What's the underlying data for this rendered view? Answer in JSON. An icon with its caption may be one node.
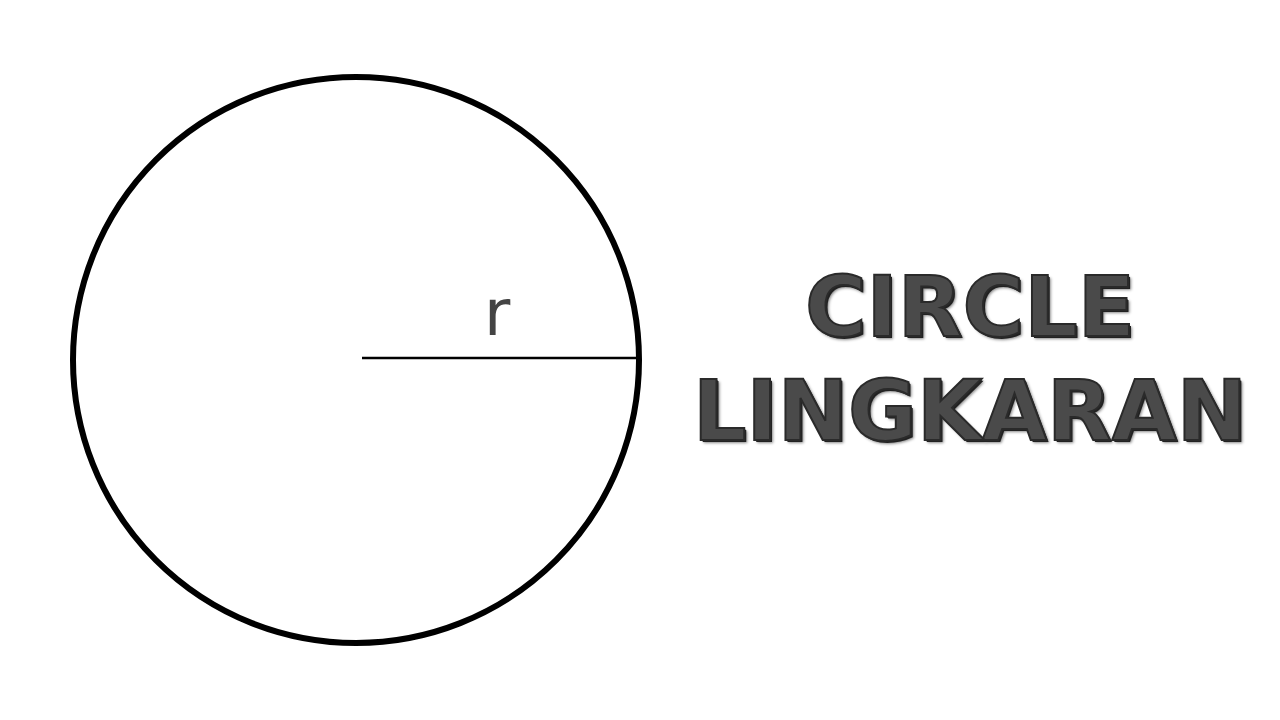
{
  "diagram": {
    "title": "CIRCLE LINGKARAN",
    "nodes": [
      {
        "text": [],
        "shape": "circle"
      }
    ],
    "labels": [
      "r"
    ]
  }
}
